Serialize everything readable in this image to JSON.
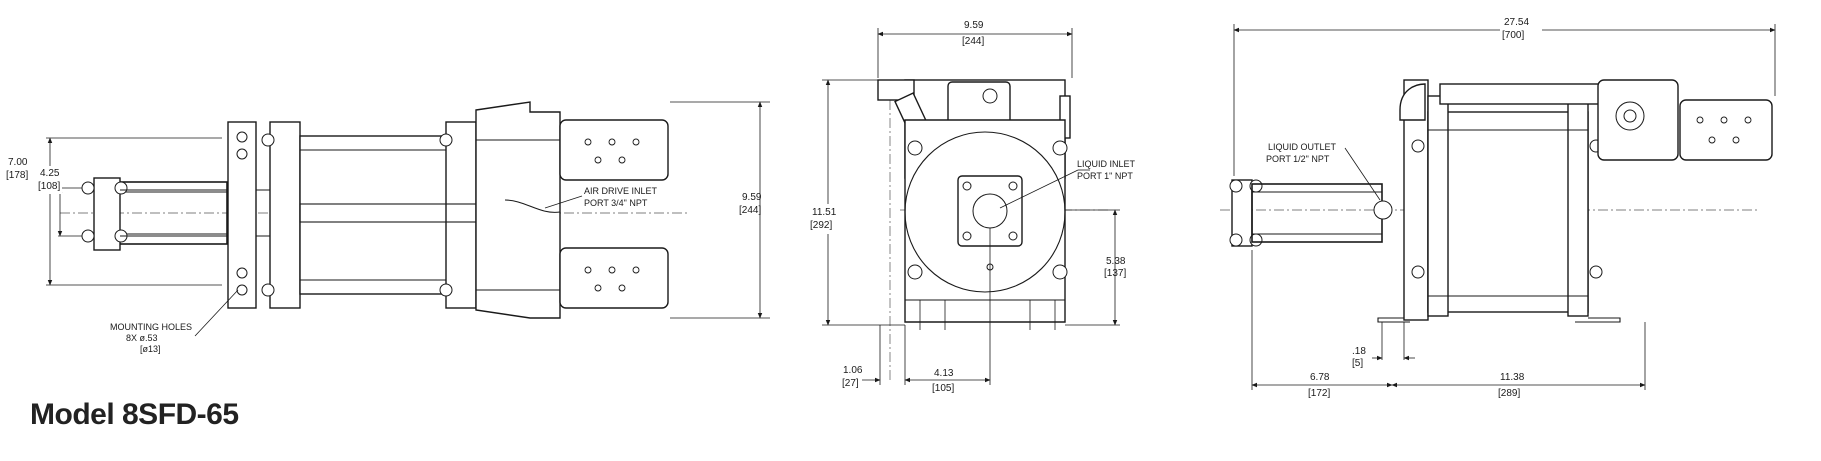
{
  "title": "Model 8SFD-65",
  "front_view": {
    "height_in": "7.00",
    "height_mm": "[178]",
    "inner_in": "4.25",
    "inner_mm": "[108]",
    "overall_in": "9.59",
    "overall_mm": "[244]",
    "air_inlet_line1": "AIR DRIVE INLET",
    "air_inlet_line2": "PORT 3/4\" NPT",
    "mount_line1": "MOUNTING HOLES",
    "mount_line2": "8X ø.53",
    "mount_line3": "[ø13]"
  },
  "end_view": {
    "width_in": "9.59",
    "width_mm": "[244]",
    "height_in": "11.51",
    "height_mm": "[292]",
    "center_in": "5.38",
    "center_mm": "[137]",
    "base_in": "1.06",
    "base_mm": "[27]",
    "offset_in": "4.13",
    "offset_mm": "[105]",
    "inlet_line1": "LIQUID INLET",
    "inlet_line2": "PORT 1\" NPT"
  },
  "side_view": {
    "length_in": "27.54",
    "length_mm": "[700]",
    "outlet_line1": "LIQUID OUTLET",
    "outlet_line2": "PORT 1/2\" NPT",
    "gap_in": ".18",
    "gap_mm": "[5]",
    "left_in": "6.78",
    "left_mm": "[172]",
    "right_in": "11.38",
    "right_mm": "[289]"
  }
}
